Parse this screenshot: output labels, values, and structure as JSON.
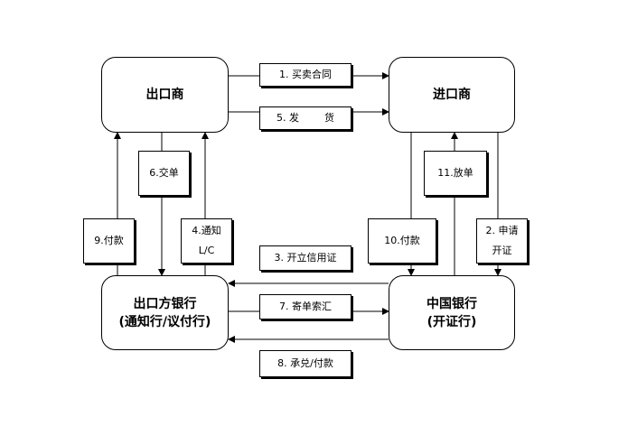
{
  "nodes": {
    "exporter": "出口商",
    "importer": "进口商",
    "exporter_bank": [
      "出口方银行",
      "(通知行/议付行)"
    ],
    "china_bank": [
      "中国银行",
      "(开证行)"
    ]
  },
  "steps": {
    "s1": "1. 买卖合同",
    "s2": [
      "2. 申请",
      "开证"
    ],
    "s3": "3. 开立信用证",
    "s4": [
      "4.通知",
      "L/C"
    ],
    "s5": [
      "5. 发",
      "货"
    ],
    "s6": "6.交单",
    "s7": "7. 寄单索汇",
    "s8": "8. 承兑/付款",
    "s9": "9.付款",
    "s10": "10.付款",
    "s11": "11.放单"
  }
}
